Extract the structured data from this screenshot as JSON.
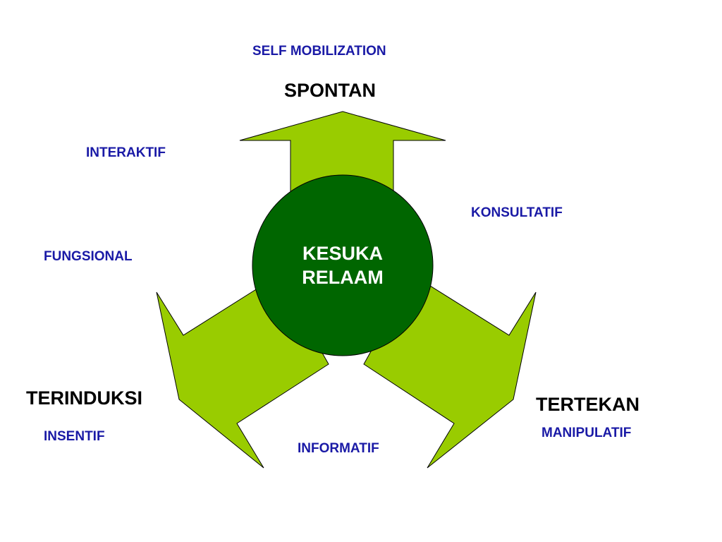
{
  "colors": {
    "arrow_fill": "#99CC00",
    "circle_fill": "#006600",
    "outline": "#000000",
    "blue_text": "#1A1AA6",
    "black_text": "#000000",
    "center_text": "#FFFFFF"
  },
  "center": {
    "line1": "KESUKA",
    "line2": "RELAAM"
  },
  "labels": {
    "self_mobilization": "SELF MOBILIZATION",
    "spontan": "SPONTAN",
    "interaktif": "INTERAKTIF",
    "konsultatif": "KONSULTATIF",
    "fungsional": "FUNGSIONAL",
    "terinduksi": "TERINDUKSI",
    "insentif": "INSENTIF",
    "informatif": "INFORMATIF",
    "tertekan": "TERTEKAN",
    "manipulatif": "MANIPULATIF"
  }
}
